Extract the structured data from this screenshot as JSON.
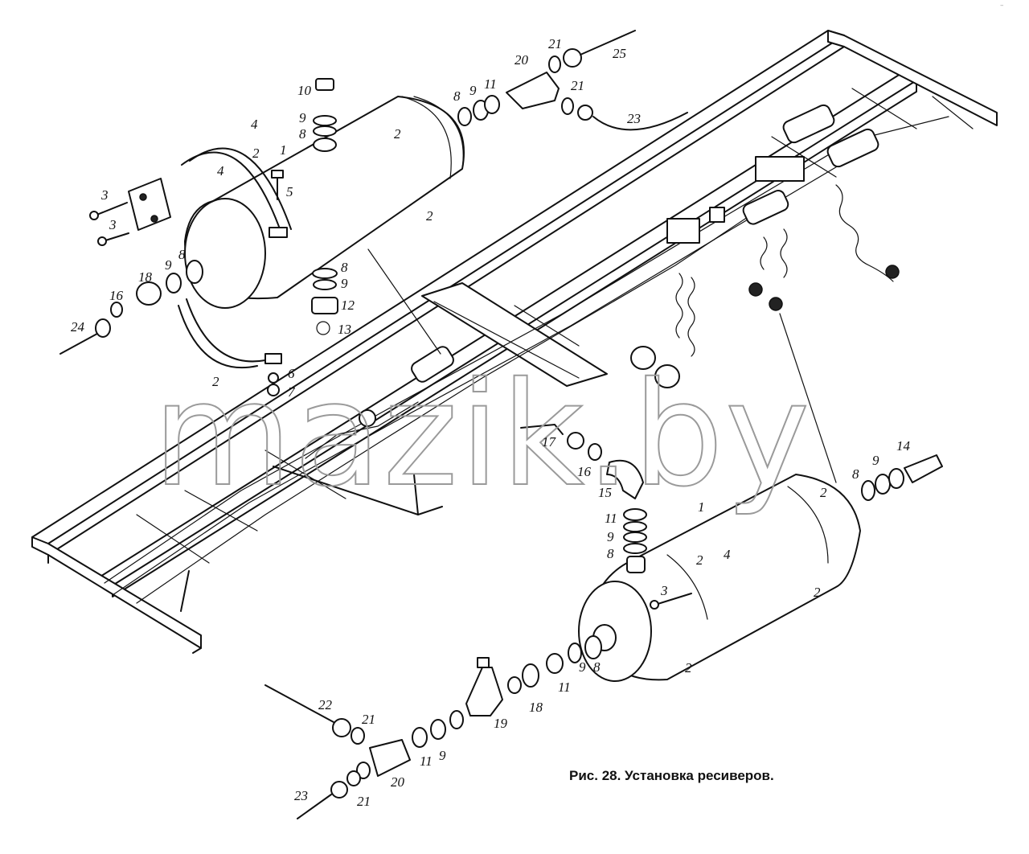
{
  "figure": {
    "caption": "Рис. 28. Установка ресиверов.",
    "watermark": "mazik.by",
    "corner_mark": "–"
  },
  "part_labels": {
    "p1_upper": "1",
    "p2_strap_top": "2",
    "p2_tank_top": "2",
    "p2_strap_low": "2",
    "p2_bottom": "2",
    "p3_a": "3",
    "p3_b": "3",
    "p4_a": "4",
    "p4_b": "4",
    "p5": "5",
    "p6": "6",
    "p7": "7",
    "p8_a": "8",
    "p8_b": "8",
    "p8_c": "8",
    "p9_a": "9",
    "p9_b": "9",
    "p9_c": "9",
    "p9_d": "9",
    "p10": "10",
    "p11_a": "11",
    "p12": "12",
    "p13": "13",
    "p16_a": "16",
    "p18_a": "18",
    "p20_a": "20",
    "p21_a": "21",
    "p21_b": "21",
    "p23_a": "23",
    "p24": "24",
    "p25": "25",
    "p17": "17",
    "p16_b": "16",
    "p15": "15",
    "p11_b": "11",
    "p9_e": "9",
    "p8_d": "8",
    "p8_e": "8",
    "p9_f": "9",
    "p14": "14",
    "p1_lower": "1",
    "p2_l_a": "2",
    "p2_l_b": "2",
    "p4_lower": "4",
    "p3_lower": "3",
    "p2_l_c": "2",
    "p2_l_d": "2",
    "p9_g": "9",
    "p8_g": "8",
    "p11_c": "11",
    "p18_b": "18",
    "p19": "19",
    "p22": "22",
    "p21_c": "21",
    "p11_d": "11",
    "p9_h": "9",
    "p8_h": "8",
    "p20_b": "20",
    "p23_b": "23",
    "p21_d": "21"
  }
}
